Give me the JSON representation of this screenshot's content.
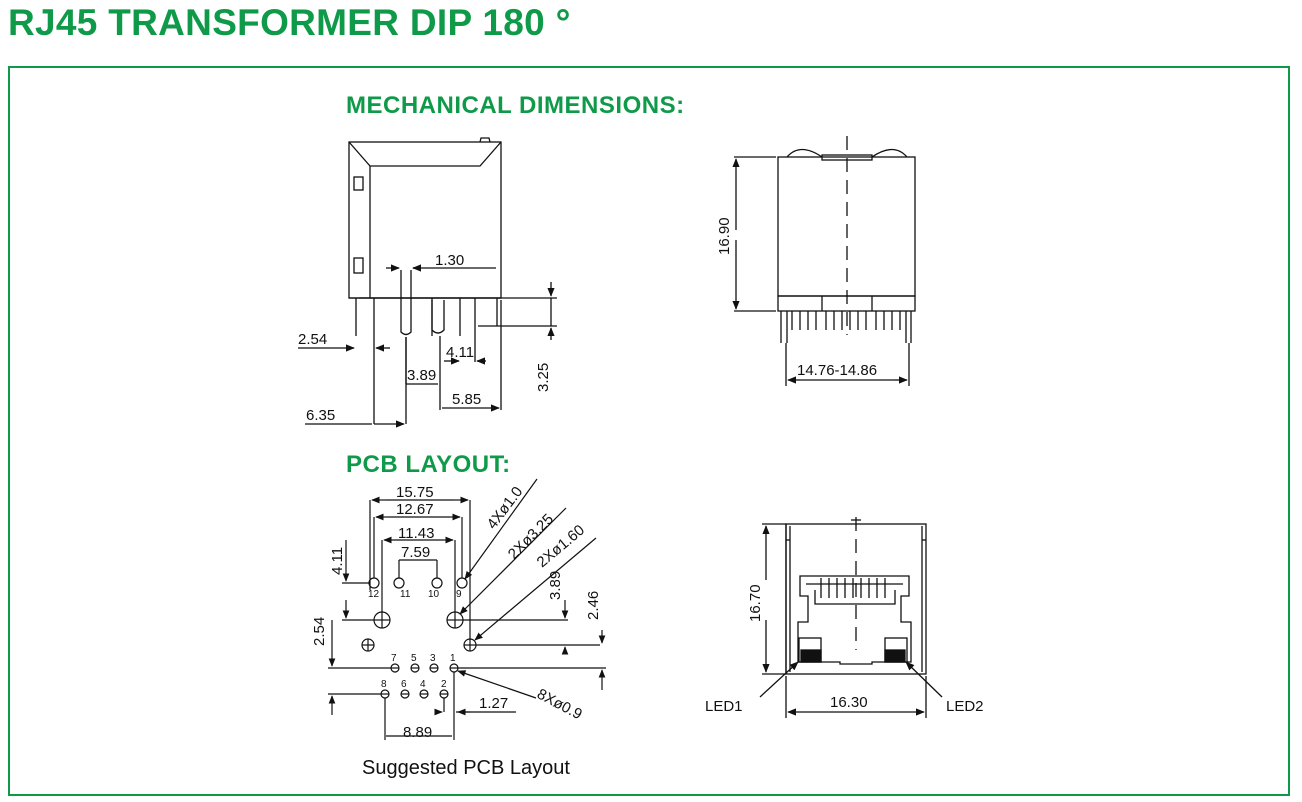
{
  "title": "RJ45 TRANSFORMER DIP 180 °",
  "sections": {
    "mechanical": "MECHANICAL DIMENSIONS:",
    "pcb": "PCB LAYOUT:"
  },
  "side_view": {
    "dims": {
      "d130": "1.30",
      "d254": "2.54",
      "d411": "4.11",
      "d389": "3.89",
      "d325": "3.25",
      "d635": "6.35",
      "d585": "5.85"
    }
  },
  "front_view": {
    "dims": {
      "height": "16.90",
      "width": "14.76-14.86"
    }
  },
  "pcb_layout": {
    "dims": {
      "d1575": "15.75",
      "d1267": "12.67",
      "d1143": "11.43",
      "d759": "7.59",
      "d411": "4.11",
      "d254": "2.54",
      "d389": "3.89",
      "d246": "2.46",
      "d127": "1.27",
      "d889": "8.89",
      "holes1": "4Xø1.0",
      "holes325": "2Xø3.25",
      "holes160": "2Xø1.60",
      "holes09": "8Xø0.9"
    },
    "pins": [
      "1",
      "2",
      "3",
      "4",
      "5",
      "6",
      "7",
      "8",
      "9",
      "10",
      "11",
      "12"
    ],
    "caption": "Suggested PCB Layout"
  },
  "rear_view": {
    "dims": {
      "height": "16.70",
      "width": "16.30"
    },
    "led1": "LED1",
    "led2": "LED2"
  }
}
